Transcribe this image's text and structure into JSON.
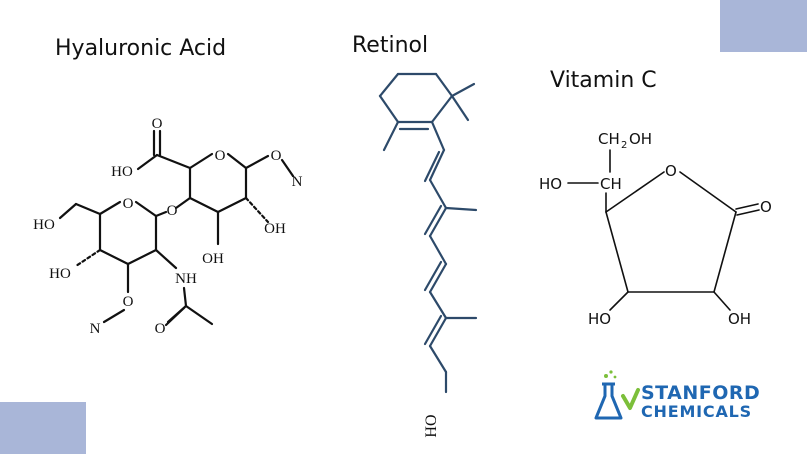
{
  "titles": {
    "hyaluronic": "Hyaluronic Acid",
    "retinol": "Retinol",
    "vitamin_c": "Vitamin C"
  },
  "hyaluronic_labels": {
    "o_carbonyl": "O",
    "ho_acid": "HO",
    "o_ring1": "O",
    "o_link": "O",
    "o_ring2": "O",
    "n_top": "N",
    "oh_right": "OH",
    "oh_bottom": "OH",
    "ho_left": "HO",
    "ho_lower": "HO",
    "nh": "NH",
    "o_lower": "O",
    "n_lower": "N",
    "o_acetyl": "O"
  },
  "retinol_labels": {
    "ho": "HO"
  },
  "vitc_labels": {
    "ch2oh": "CH",
    "ch2oh_sub": "2",
    "ch2oh_oh": "OH",
    "ho_ch": "HO",
    "ch": "CH",
    "ring_o": "O",
    "keto_o": "O",
    "ho_bottom": "HO",
    "oh_bottom": "OH"
  },
  "logo": {
    "line1": "STANFORD",
    "line2": "CHEMICALS"
  },
  "colors": {
    "retinol_line": "#2d4a6a",
    "decor": "#a9b6d8",
    "logo_blue": "#1f67b2",
    "logo_green": "#7cbf3a",
    "text": "#111111"
  }
}
